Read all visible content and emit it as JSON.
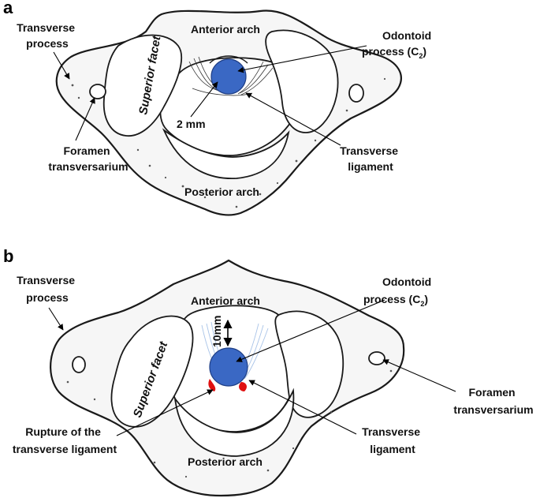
{
  "panel_a": {
    "letter": "a",
    "labels": {
      "transverse_process": [
        "Transverse",
        "process"
      ],
      "anterior_arch": "Anterior arch",
      "odontoid": [
        "Odontoid",
        "process (C",
        "2",
        ")"
      ],
      "superior_facet": "Superior facet",
      "measurement": "2 mm",
      "foramen": [
        "Foramen",
        "transversarium"
      ],
      "transverse_ligament": [
        "Transverse",
        "ligament"
      ],
      "posterior_arch": "Posterior arch"
    }
  },
  "panel_b": {
    "letter": "b",
    "labels": {
      "transverse_process": [
        "Transverse",
        "process"
      ],
      "anterior_arch": "Anterior arch",
      "odontoid": [
        "Odontoid",
        "process (C",
        "2",
        ")"
      ],
      "superior_facet": "Superior facet",
      "measurement": "10mm",
      "foramen": [
        "Foramen",
        "transversarium"
      ],
      "rupture": [
        "Rupture of the",
        "transverse ligament"
      ],
      "transverse_ligament": [
        "Transverse",
        "ligament"
      ],
      "posterior_arch": "Posterior arch"
    }
  },
  "colors": {
    "odontoid_fill": "#3a68c4",
    "odontoid_stroke": "#1f3f86",
    "rupture": "#e01010",
    "ligament_fibers_b": "#a9c4e8"
  }
}
